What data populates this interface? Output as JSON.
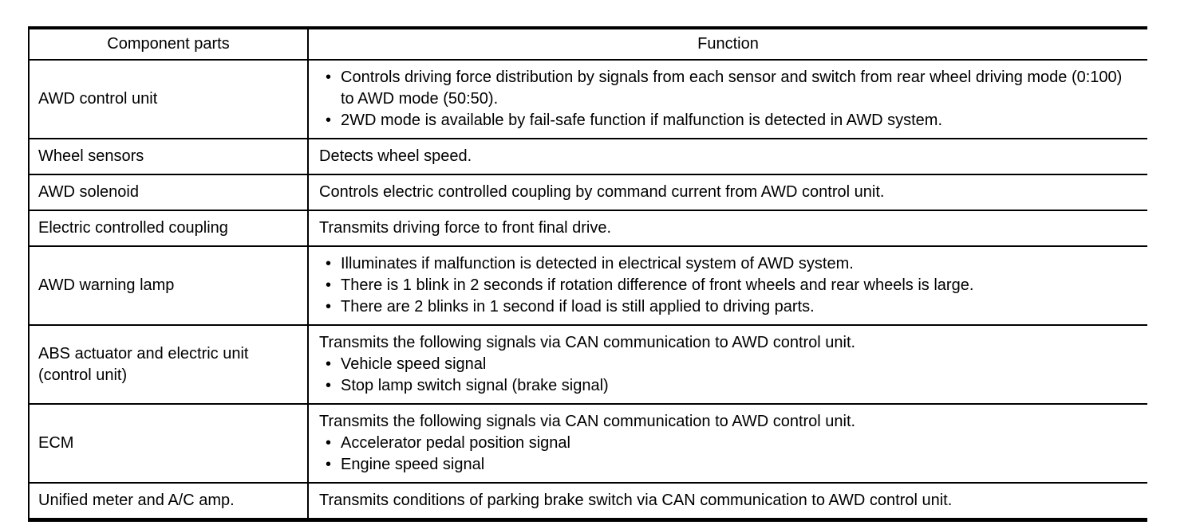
{
  "table": {
    "headers": [
      "Component parts",
      "Function"
    ],
    "rows": [
      {
        "component": "AWD control unit",
        "function": {
          "intro": null,
          "bullets": [
            "Controls driving force distribution by signals from each sensor and switch from rear wheel driving mode (0:100) to AWD mode (50:50).",
            "2WD mode is available by fail-safe function if malfunction is detected in AWD system."
          ]
        }
      },
      {
        "component": "Wheel sensors",
        "function": {
          "intro": "Detects wheel speed.",
          "bullets": []
        }
      },
      {
        "component": "AWD solenoid",
        "function": {
          "intro": "Controls electric controlled coupling by command current from AWD control unit.",
          "bullets": []
        }
      },
      {
        "component": "Electric controlled coupling",
        "function": {
          "intro": "Transmits driving force to front final drive.",
          "bullets": []
        }
      },
      {
        "component": "AWD warning lamp",
        "function": {
          "intro": null,
          "bullets": [
            "Illuminates if malfunction is detected in electrical system of AWD system.",
            "There is 1 blink in 2 seconds if rotation difference of front wheels and rear wheels is large.",
            "There are 2 blinks in 1 second if load is still applied to driving parts."
          ]
        }
      },
      {
        "component": "ABS actuator and electric unit\n(control unit)",
        "function": {
          "intro": "Transmits the following signals via CAN communication to AWD control unit.",
          "bullets": [
            "Vehicle speed signal",
            "Stop lamp switch signal (brake signal)"
          ]
        }
      },
      {
        "component": "ECM",
        "function": {
          "intro": "Transmits the following signals via CAN communication to AWD control unit.",
          "bullets": [
            "Accelerator pedal position signal",
            "Engine speed signal"
          ]
        }
      },
      {
        "component": "Unified meter and A/C amp.",
        "function": {
          "intro": "Transmits conditions of parking brake switch via CAN communication to AWD control unit.",
          "bullets": []
        }
      }
    ]
  }
}
